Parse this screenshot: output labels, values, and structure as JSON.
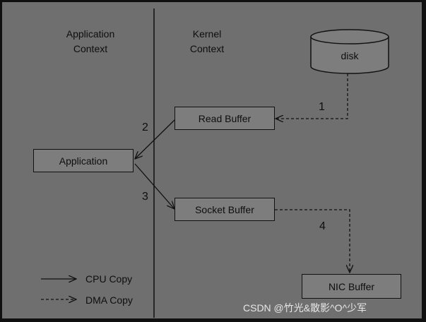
{
  "columns": {
    "application": [
      "Application",
      "Context"
    ],
    "kernel": [
      "Kernel",
      "Context"
    ]
  },
  "boxes": {
    "disk": "disk",
    "read_buffer": "Read Buffer",
    "application": "Application",
    "socket_buffer": "Socket Buffer",
    "nic_buffer": "NIC Buffer"
  },
  "steps": [
    "1",
    "2",
    "3",
    "4"
  ],
  "legend": {
    "cpu_copy": "CPU Copy",
    "dma_copy": "DMA Copy"
  },
  "watermark": "CSDN @竹光&散影^O^少军",
  "colors": {
    "frame": "#101010",
    "background": "#6f6f6f",
    "box_fill": "#7d7d7d",
    "line": "#111111",
    "watermark": "#e6e6e6"
  }
}
